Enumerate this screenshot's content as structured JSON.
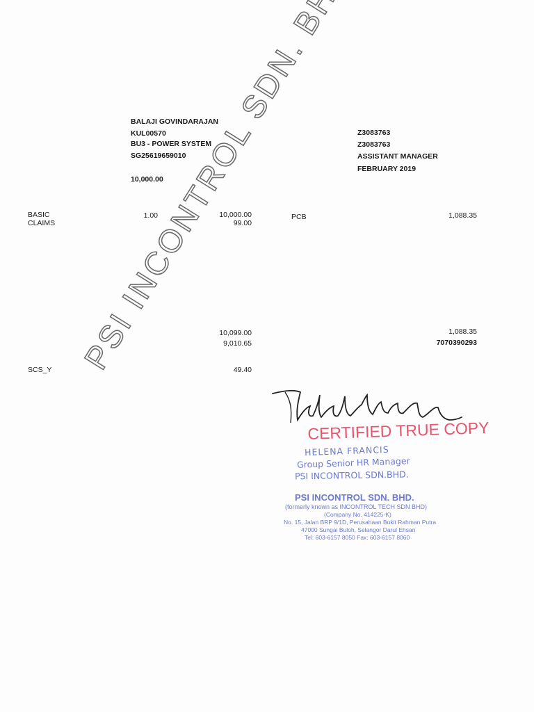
{
  "employee": {
    "name": "BALAJI GOVINDARAJAN",
    "code": "KUL00570",
    "department": "BU3 - POWER SYSTEM",
    "account": "SG25619659010",
    "basic_rate": "10,000.00",
    "id_1": "Z3083763",
    "id_2": "Z3083763",
    "position": "ASSISTANT MANAGER",
    "period": "FEBRUARY 2019"
  },
  "earnings": [
    {
      "label": "BASIC",
      "qty": "1.00",
      "amount": "10,000.00"
    },
    {
      "label": "CLAIMS",
      "amount": "99.00"
    }
  ],
  "deductions": [
    {
      "label": "PCB",
      "amount": "1,088.35"
    }
  ],
  "totals": {
    "gross": "10,099.00",
    "net": "9,010.65",
    "deduction_total": "1,088.35",
    "ref_no": "7070390293"
  },
  "employer": {
    "label": "SCS_Y",
    "amount": "49.40"
  },
  "watermark": "PSI INCONTROL SDN. BHD.",
  "stamp": {
    "certified": "CERTIFIED TRUE COPY",
    "signer_name": "HELENA FRANCIS",
    "signer_title": "Group Senior HR Manager",
    "signer_company": "PSI INCONTROL SDN.BHD.",
    "company_name": "PSI INCONTROL SDN. BHD.",
    "formerly": "(formerly known as INCONTROL TECH SDN BHD)",
    "company_no": "(Company No. 414225-K)",
    "address_1": "No. 15, Jalan BRP 9/1D, Perusahaan Bukit Rahman Putra",
    "address_2": "47000 Sungai Buloh, Selangor Darul Ehsan",
    "tel": "Tel: 603-6157 8050 Fax: 603-6157 8060"
  },
  "colors": {
    "stamp_red": "#e8546d",
    "stamp_blue": "#6c7ad0",
    "ink": "#1a1a1a"
  }
}
